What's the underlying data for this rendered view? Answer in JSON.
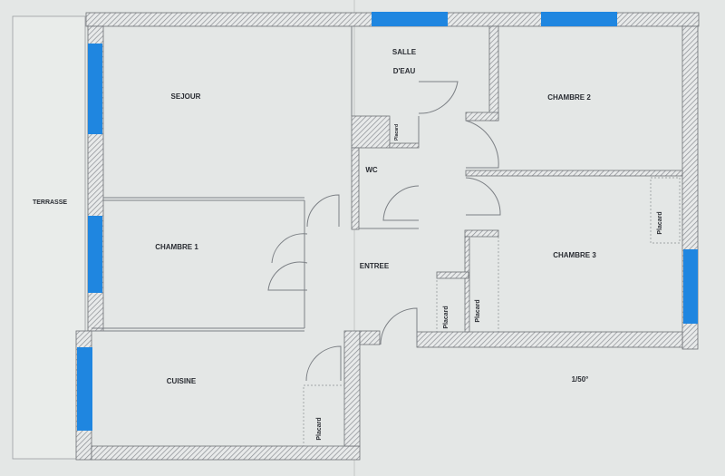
{
  "plan": {
    "rooms": {
      "terrasse": "TERRASSE",
      "sejour": "SEJOUR",
      "salle_line1": "SALLE",
      "salle_line2": "D'EAU",
      "chambre2": "CHAMBRE 2",
      "wc": "WC",
      "chambre1": "CHAMBRE 1",
      "entree": "ENTREE",
      "chambre3": "CHAMBRE 3",
      "cuisine": "CUISINE"
    },
    "placards": [
      "Placard",
      "Placard",
      "Placard",
      "Placard",
      "Placard"
    ],
    "scale": "1/50°"
  },
  "colors": {
    "paper": "#e4e7e6",
    "window": "#1f86e0",
    "wall_hatch": "#8a8d92"
  }
}
